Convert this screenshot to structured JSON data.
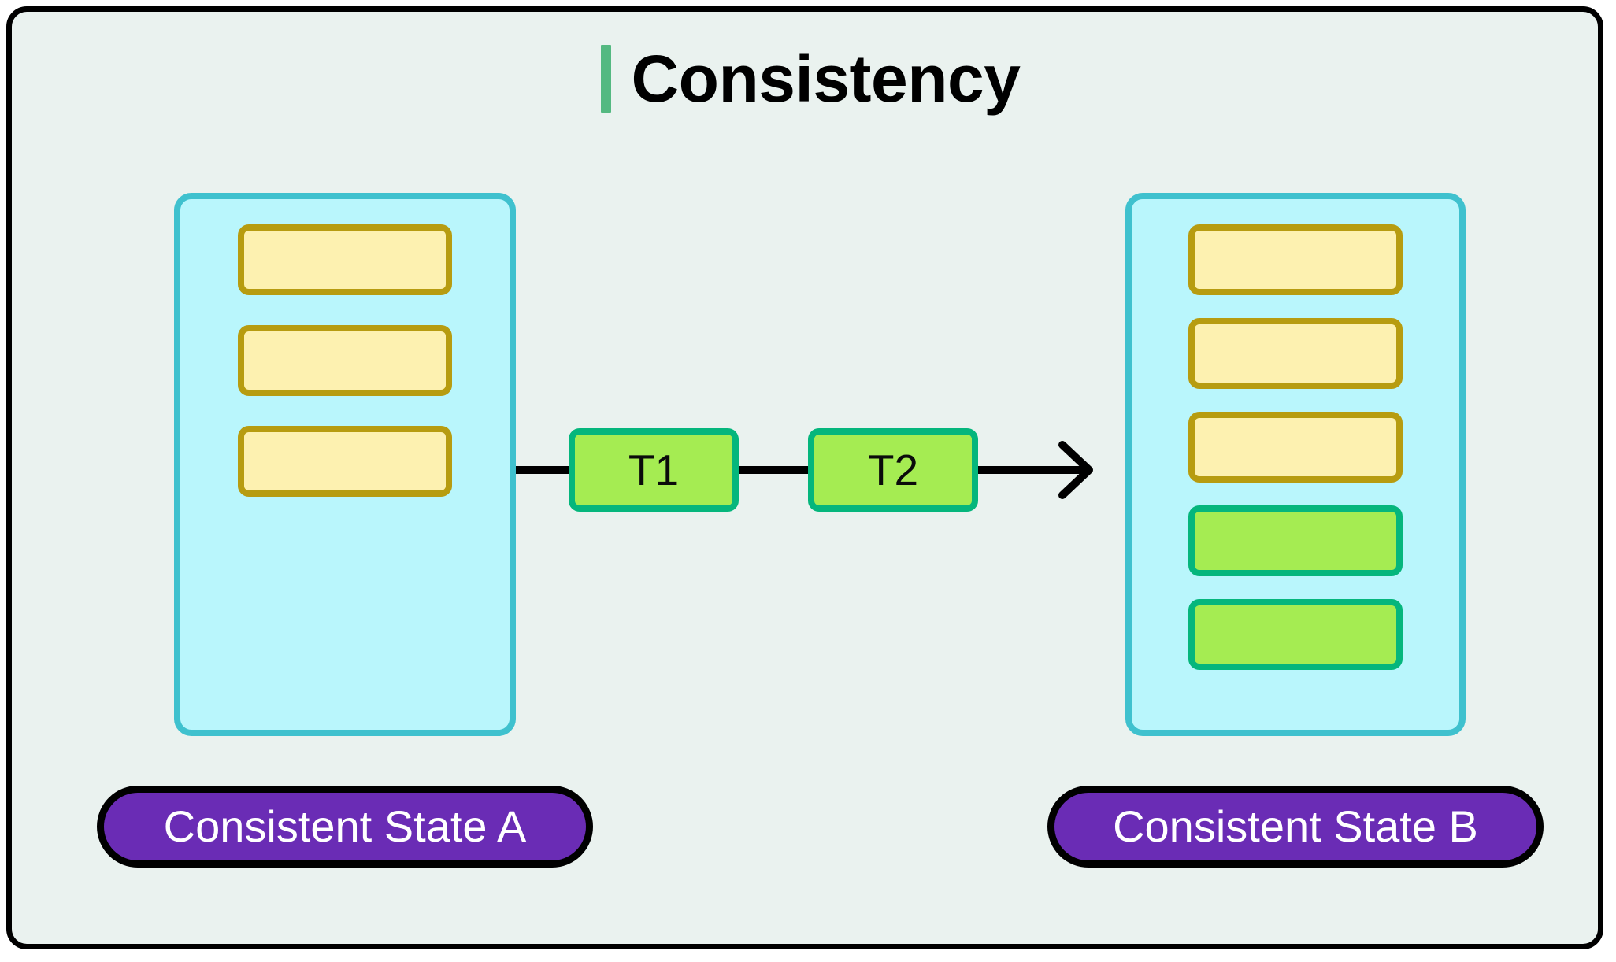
{
  "diagram": {
    "title": "Consistency",
    "accent_color": "#54B981",
    "frame_background": "#EAF2EF",
    "frame_border_color": "#000000"
  },
  "states": {
    "left": {
      "container_fill": "#B9F6FC",
      "container_border": "#3FC1CE",
      "label": "Consistent State A",
      "label_fill": "#6A2CB5",
      "label_text_color": "#FFFFFF",
      "records": [
        {
          "type": "existing",
          "fill": "#FDF1B0",
          "border": "#B79C10"
        },
        {
          "type": "existing",
          "fill": "#FDF1B0",
          "border": "#B79C10"
        },
        {
          "type": "existing",
          "fill": "#FDF1B0",
          "border": "#B79C10"
        }
      ]
    },
    "right": {
      "container_fill": "#B9F6FC",
      "container_border": "#3FC1CE",
      "label": "Consistent State B",
      "label_fill": "#6A2CB5",
      "label_text_color": "#FFFFFF",
      "records": [
        {
          "type": "existing",
          "fill": "#FDF1B0",
          "border": "#B79C10"
        },
        {
          "type": "existing",
          "fill": "#FDF1B0",
          "border": "#B79C10"
        },
        {
          "type": "existing",
          "fill": "#FDF1B0",
          "border": "#B79C10"
        },
        {
          "type": "added",
          "fill": "#A5EC52",
          "border": "#05B67C"
        },
        {
          "type": "added",
          "fill": "#A5EC52",
          "border": "#05B67C"
        }
      ]
    }
  },
  "transactions": {
    "fill": "#A5EC52",
    "border": "#05B67C",
    "items": [
      {
        "label": "T1"
      },
      {
        "label": "T2"
      }
    ],
    "arrow_color": "#000000"
  }
}
